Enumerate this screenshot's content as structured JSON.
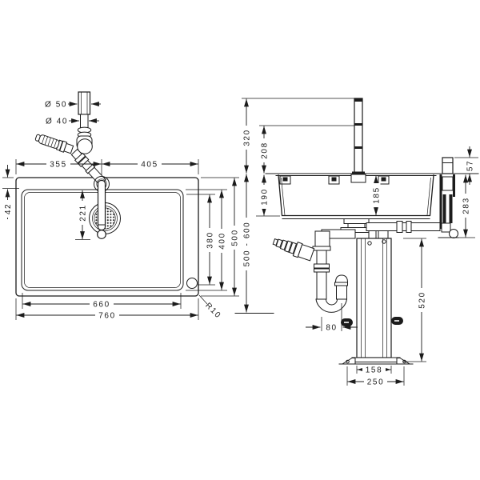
{
  "drawing_type": "sink-installation-dimension-drawing",
  "colors": {
    "line": "#1c1c1c",
    "background": "#ffffff"
  },
  "views": {
    "top_view": {
      "faucet_outer_diameter": "Ø 50",
      "faucet_shaft_diameter": "Ø 40",
      "left_edge_to_tap_center": "355",
      "tap_center_to_right_edge": "405",
      "rim_width": "42",
      "spout_reach": "221",
      "bowl_inner_length_front": "380",
      "bowl_depth_front_to_back": "400",
      "overall_depth": "500",
      "bowl_width": "660",
      "overall_width": "760",
      "corner_radius": "R10"
    },
    "side_view": {
      "spout_top_above_rim": "320",
      "spout_joint_above_rim": "208",
      "bowl_depth_outer": "190",
      "bowl_depth_inner": "185",
      "knob_above_rim": "57",
      "valve_unit_below_rim": "283",
      "drain_height_range": "500 - 600",
      "support_column_height": "520",
      "trap_offset": "80",
      "column_base_width": "158",
      "base_plate_width": "250"
    }
  }
}
